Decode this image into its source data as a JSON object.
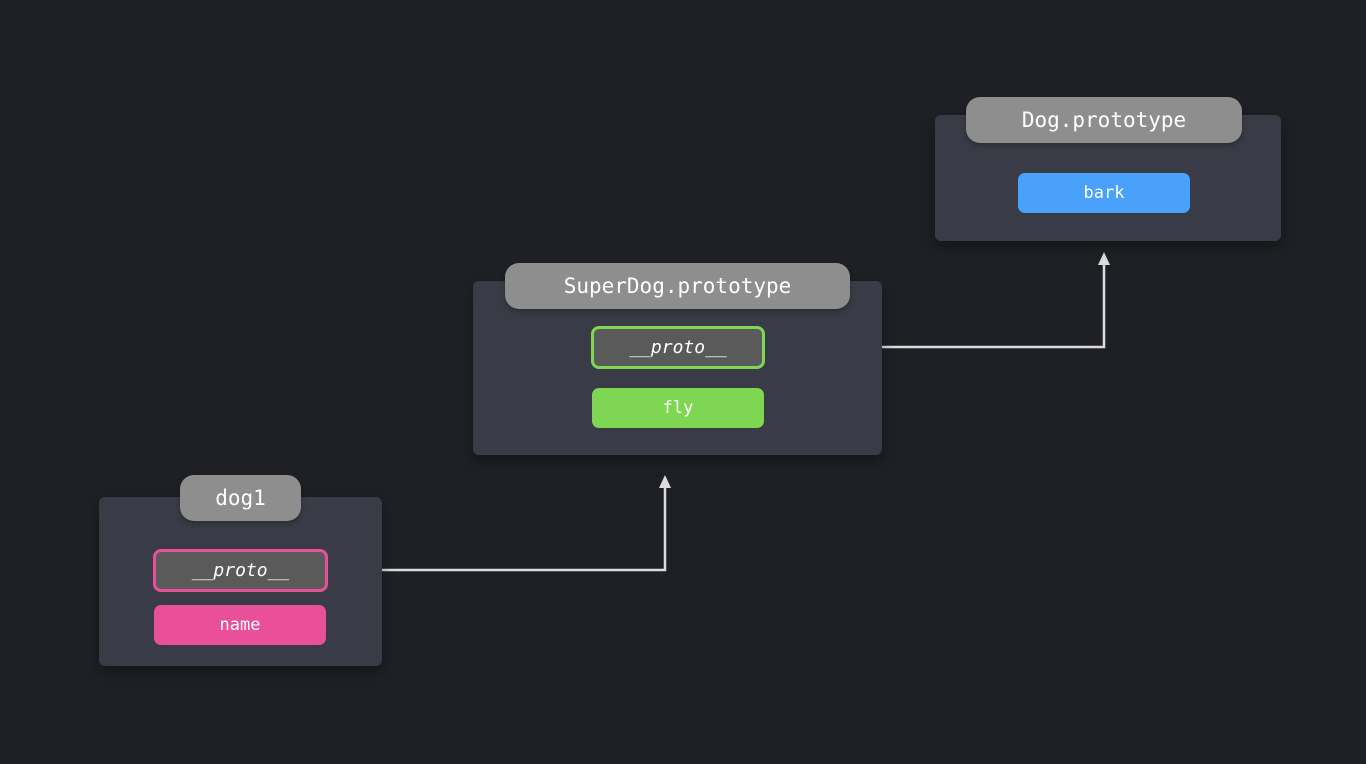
{
  "colors": {
    "background": "#1f2025",
    "panel": "#393c46",
    "title_pill": "#8e8e8e",
    "proto_slot": "#5a5a5a",
    "name": "#ea4f9a",
    "fly": "#7fd653",
    "bark": "#4aa1f9",
    "connector": "#dcdcdc"
  },
  "nodes": {
    "dog_prototype": {
      "title": "Dog.prototype",
      "props": {
        "bark": "bark"
      }
    },
    "superdog_prototype": {
      "title": "SuperDog.prototype",
      "props": {
        "proto": "__proto__",
        "fly": "fly"
      }
    },
    "dog1": {
      "title": "dog1",
      "props": {
        "proto": "__proto__",
        "name": "name"
      }
    }
  },
  "edges": [
    {
      "from": "dog1.__proto__",
      "to": "SuperDog.prototype"
    },
    {
      "from": "SuperDog.prototype.__proto__",
      "to": "Dog.prototype"
    }
  ]
}
